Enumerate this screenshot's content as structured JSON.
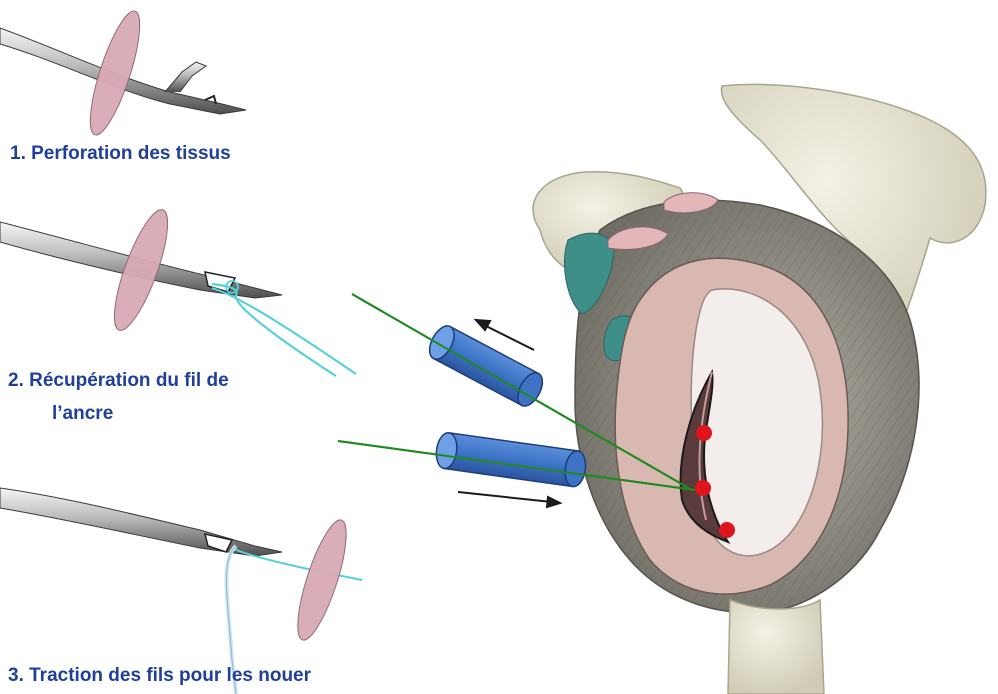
{
  "steps": [
    {
      "label": "1. Perforation des tissus"
    },
    {
      "label_line1": "2. Récupération du fil de",
      "label_line2": "l’ancre"
    },
    {
      "label": "3. Traction des fils pour les nouer"
    }
  ],
  "colors": {
    "label": "#1f3f9a",
    "cylinder": "#3f73c4",
    "guide_line": "#1f8a1f",
    "anchor": "#e0141b",
    "bone": "#e9e6d2",
    "muscle": "#8d8b80",
    "labrum": "#d8b8b0",
    "glenoid": "#f3eeec",
    "suture": "#58d0d8",
    "disc": "#d9aab5"
  },
  "icons": [
    "needle-icon",
    "cylinder-icon",
    "arrow-left-icon",
    "arrow-right-icon",
    "anchor-dot-icon",
    "shoulder-illustration"
  ]
}
